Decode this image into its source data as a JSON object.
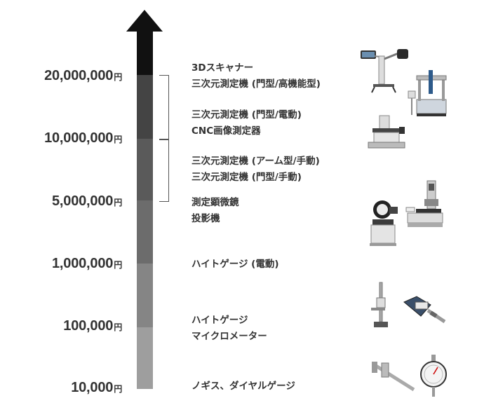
{
  "scale": {
    "currency_suffix": "円",
    "ticks": [
      {
        "value": "20,000,000"
      },
      {
        "value": "10,000,000"
      },
      {
        "value": "5,000,000"
      },
      {
        "value": "1,000,000"
      },
      {
        "value": "100,000"
      },
      {
        "value": "10,000"
      }
    ],
    "segment_colors": [
      "#111111",
      "#444444",
      "#5a5a5a",
      "#6c6c6c",
      "#858585",
      "#9e9e9e",
      "#bcbcbc"
    ],
    "arrow_color": "#111111"
  },
  "categories": [
    {
      "lines": [
        "3Dスキャナー",
        "三次元測定機 (門型/高機能型)"
      ]
    },
    {
      "lines": [
        "三次元測定機 (門型/電動)",
        "CNC画像測定器"
      ]
    },
    {
      "lines": [
        "三次元測定機 (アーム型/手動)",
        "三次元測定機 (門型/手動)"
      ]
    },
    {
      "lines": [
        "測定顕微鏡",
        "投影機"
      ]
    },
    {
      "lines": [
        "ハイトゲージ (電動)"
      ]
    },
    {
      "lines": [
        "ハイトゲージ",
        "マイクロメーター"
      ]
    },
    {
      "lines": [
        "ノギス、ダイヤルゲージ"
      ]
    }
  ],
  "instruments": [
    {
      "icon": "3d-scanner-icon"
    },
    {
      "icon": "cmm-bridge-icon"
    },
    {
      "icon": "cnc-vision-measuring-icon"
    },
    {
      "icon": "profile-projector-icon"
    },
    {
      "icon": "measuring-microscope-icon"
    },
    {
      "icon": "height-gauge-icon"
    },
    {
      "icon": "micrometer-icon"
    },
    {
      "icon": "caliper-icon"
    },
    {
      "icon": "dial-gauge-icon"
    }
  ]
}
